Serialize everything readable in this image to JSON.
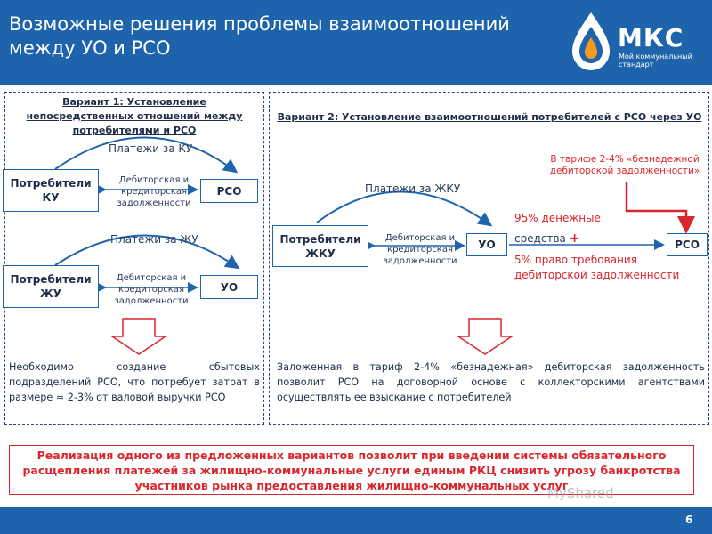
{
  "header": {
    "title": "Возможные решения проблемы взаимоотношений между УО и РСО",
    "logo_name": "МКС",
    "logo_sub": "Мой коммунальный стандарт"
  },
  "variant1": {
    "heading": "Вариант 1: Установление непосредственных отношений между потребителями и РСО",
    "consumers_ku": "Потребители КУ",
    "rso": "РСО",
    "payments_ku": "Платежи за КУ",
    "debt": "Дебиторская и кредиторская задолженности",
    "consumers_zhu": "Потребители ЖУ",
    "uo": "УО",
    "payments_zhu": "Платежи за ЖУ",
    "debt2": "Дебиторская и кредиторская задолженности",
    "conclusion": "Необходимо создание сбытовых подразделений РСО, что потребует затрат в размере ≈ 2-3% от валовой выручки РСО"
  },
  "variant2": {
    "heading": "Вариант 2: Установление взаимоотношений потребителей с РСО через УО",
    "tariff_note": "В тарифе 2-4% «безнадежной дебиторской задолженности»",
    "payments_zhku": "Платежи за ЖКУ",
    "consumers_zhku": "Потребители ЖКУ",
    "debt": "Дебиторская и кредиторская задолженности",
    "uo": "УО",
    "rso": "РСО",
    "cash_line1": "95% денежные",
    "cash_line2": "средства",
    "plus": "+",
    "rights_line1": "5% право требования",
    "rights_line2": "дебиторской задолженности",
    "conclusion": "Заложенная в тариф 2-4% «безнадежная» дебиторская задолженность позволит РСО на договорной основе с коллекторскими агентствами осуществлять ее взыскание с потребителей"
  },
  "bottom_note": "Реализация одного из предложенных вариантов позволит при введении системы обязательного расщепления платежей за жилищно-коммунальные услуги единым РКЦ снизить угрозу банкротства участников рынка предоставления жилищно-коммунальных услуг",
  "page_number": "6",
  "watermark": "MyShared",
  "colors": {
    "brand_blue": "#1e64ad",
    "accent_red": "#d9262c",
    "text_dark": "#1f2d4a"
  }
}
